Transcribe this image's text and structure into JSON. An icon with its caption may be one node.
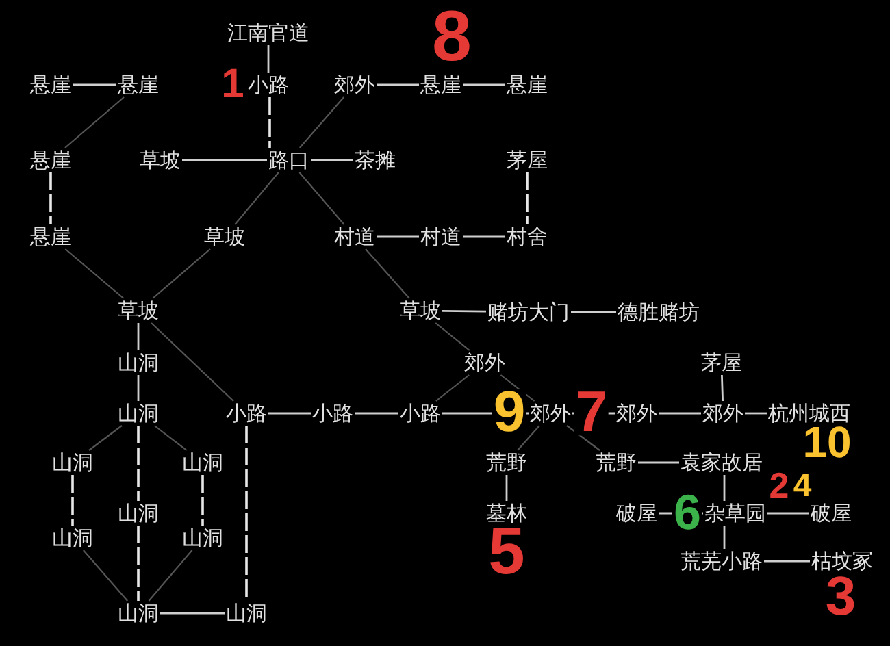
{
  "diagram": {
    "nodes": [
      {
        "text": [
          "江南官道"
        ]
      },
      {
        "text": [
          "悬崖"
        ]
      },
      {
        "text": [
          "悬崖"
        ]
      },
      {
        "text": [
          "小路"
        ]
      },
      {
        "text": [
          "郊外"
        ]
      },
      {
        "text": [
          "悬崖"
        ]
      },
      {
        "text": [
          "悬崖"
        ]
      },
      {
        "text": [
          "悬崖"
        ]
      },
      {
        "text": [
          "草坡"
        ]
      },
      {
        "text": [
          "路口"
        ]
      },
      {
        "text": [
          "茶摊"
        ]
      },
      {
        "text": [
          "茅屋"
        ]
      },
      {
        "text": [
          "悬崖"
        ]
      },
      {
        "text": [
          "草坡"
        ]
      },
      {
        "text": [
          "村道"
        ]
      },
      {
        "text": [
          "村道"
        ]
      },
      {
        "text": [
          "村舍"
        ]
      },
      {
        "text": [
          "草坡"
        ]
      },
      {
        "text": [
          "草坡"
        ]
      },
      {
        "text": [
          "赌坊大门"
        ]
      },
      {
        "text": [
          "德胜赌坊"
        ]
      },
      {
        "text": [
          "山洞"
        ]
      },
      {
        "text": [
          "郊外"
        ]
      },
      {
        "text": [
          "茅屋"
        ]
      },
      {
        "text": [
          "山洞"
        ]
      },
      {
        "text": [
          "小路"
        ]
      },
      {
        "text": [
          "小路"
        ]
      },
      {
        "text": [
          "小路"
        ]
      },
      {
        "text": [
          "郊外"
        ]
      },
      {
        "text": [
          "郊外"
        ]
      },
      {
        "text": [
          "郊外"
        ]
      },
      {
        "text": [
          "杭州城西"
        ]
      },
      {
        "text": [
          "山洞"
        ]
      },
      {
        "text": [
          "山洞"
        ]
      },
      {
        "text": [
          "荒野"
        ]
      },
      {
        "text": [
          "荒野"
        ]
      },
      {
        "text": [
          "袁家故居"
        ]
      },
      {
        "text": [
          "山洞"
        ]
      },
      {
        "text": [
          "墓林"
        ]
      },
      {
        "text": [
          "破屋"
        ]
      },
      {
        "text": [
          "杂草园"
        ]
      },
      {
        "text": [
          "破屋"
        ]
      },
      {
        "text": [
          "山洞"
        ]
      },
      {
        "text": [
          "山洞"
        ]
      },
      {
        "text": [
          "荒芜小路"
        ]
      },
      {
        "text": [
          "枯坟冢"
        ]
      },
      {
        "text": [
          "山洞"
        ]
      },
      {
        "text": [
          "山洞"
        ]
      }
    ],
    "edges": [
      {
        "from": 0,
        "to": 3,
        "arrow": "none"
      },
      {
        "from": 1,
        "to": 2,
        "arrow": "none"
      },
      {
        "from": 3,
        "to": 9,
        "arrow": "none",
        "style": "dashed"
      },
      {
        "from": 4,
        "to": 5,
        "arrow": "none"
      },
      {
        "from": 5,
        "to": 6,
        "arrow": "none"
      },
      {
        "from": 2,
        "to": 7,
        "arrow": "none",
        "color": "#555555"
      },
      {
        "from": 4,
        "to": 9,
        "arrow": "none",
        "color": "#555555"
      },
      {
        "from": 8,
        "to": 9,
        "arrow": "none"
      },
      {
        "from": 9,
        "to": 10,
        "arrow": "none"
      },
      {
        "from": 7,
        "to": 12,
        "arrow": "none",
        "style": "dashed"
      },
      {
        "from": 9,
        "to": 13,
        "arrow": "none",
        "color": "#555555"
      },
      {
        "from": 9,
        "to": 14,
        "arrow": "none",
        "color": "#555555"
      },
      {
        "from": 14,
        "to": 15,
        "arrow": "none"
      },
      {
        "from": 15,
        "to": 16,
        "arrow": "none"
      },
      {
        "from": 11,
        "to": 16,
        "arrow": "none",
        "style": "dashed"
      },
      {
        "from": 12,
        "to": 17,
        "arrow": "none",
        "color": "#555555"
      },
      {
        "from": 13,
        "to": 17,
        "arrow": "none",
        "color": "#555555"
      },
      {
        "from": 14,
        "to": 18,
        "arrow": "none",
        "color": "#555555"
      },
      {
        "from": 18,
        "to": 19,
        "arrow": "none"
      },
      {
        "from": 19,
        "to": 20,
        "arrow": "none"
      },
      {
        "from": 17,
        "to": 21,
        "arrow": "none"
      },
      {
        "from": 18,
        "to": 22,
        "arrow": "none",
        "color": "#555555"
      },
      {
        "from": 17,
        "to": 25,
        "arrow": "none",
        "color": "#555555"
      },
      {
        "from": 21,
        "to": 24,
        "arrow": "none"
      },
      {
        "from": 22,
        "to": 27,
        "arrow": "none",
        "color": "#555555"
      },
      {
        "from": 22,
        "to": 28,
        "arrow": "none",
        "color": "#555555"
      },
      {
        "from": 23,
        "to": 30,
        "arrow": "none"
      },
      {
        "from": 25,
        "to": 26,
        "arrow": "none"
      },
      {
        "from": 26,
        "to": 27,
        "arrow": "none"
      },
      {
        "from": 27,
        "to": 28,
        "arrow": "none"
      },
      {
        "from": 28,
        "to": 29,
        "arrow": "none"
      },
      {
        "from": 29,
        "to": 30,
        "arrow": "none"
      },
      {
        "from": 30,
        "to": 31,
        "arrow": "none"
      },
      {
        "from": 24,
        "to": 32,
        "arrow": "none",
        "color": "#555555"
      },
      {
        "from": 24,
        "to": 33,
        "arrow": "none",
        "color": "#555555"
      },
      {
        "from": 28,
        "to": 34,
        "arrow": "none",
        "color": "#555555"
      },
      {
        "from": 28,
        "to": 35,
        "arrow": "none",
        "color": "#555555"
      },
      {
        "from": 25,
        "to": 47,
        "arrow": "none",
        "style": "dashed"
      },
      {
        "from": 35,
        "to": 36,
        "arrow": "none"
      },
      {
        "from": 24,
        "to": 37,
        "arrow": "none",
        "style": "dashed"
      },
      {
        "from": 32,
        "to": 42,
        "arrow": "none",
        "style": "dashed"
      },
      {
        "from": 33,
        "to": 43,
        "arrow": "none",
        "style": "dashed"
      },
      {
        "from": 34,
        "to": 38,
        "arrow": "none"
      },
      {
        "from": 36,
        "to": 40,
        "arrow": "none"
      },
      {
        "from": 39,
        "to": 40,
        "arrow": "none"
      },
      {
        "from": 40,
        "to": 41,
        "arrow": "none"
      },
      {
        "from": 37,
        "to": 46,
        "arrow": "none",
        "style": "dashed"
      },
      {
        "from": 42,
        "to": 46,
        "arrow": "none",
        "color": "#555555"
      },
      {
        "from": 43,
        "to": 46,
        "arrow": "none",
        "color": "#555555"
      },
      {
        "from": 40,
        "to": 44,
        "arrow": "none"
      },
      {
        "from": 44,
        "to": 45,
        "arrow": "none"
      },
      {
        "from": 46,
        "to": 47,
        "arrow": "none"
      }
    ],
    "labels": [
      "8",
      "1",
      "9",
      "7",
      "10",
      "6",
      "2",
      "4",
      "5",
      "3"
    ]
  }
}
